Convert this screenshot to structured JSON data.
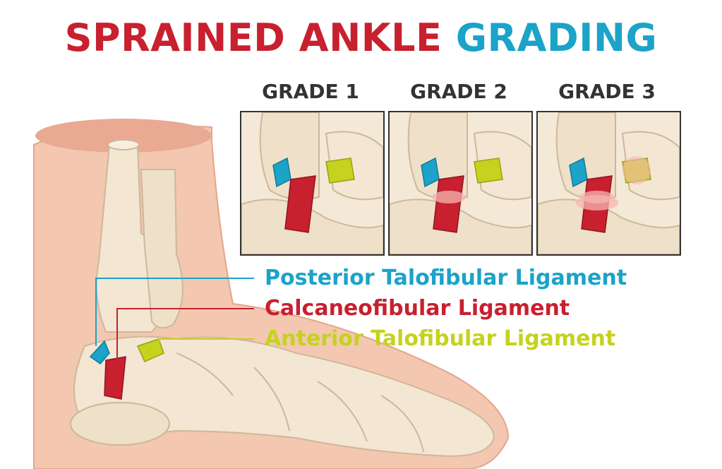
{
  "title": {
    "part1": "SPRAINED ANKLE",
    "part2": "GRADING"
  },
  "grades": [
    {
      "label": "GRADE 1",
      "severity": 1
    },
    {
      "label": "GRADE 2",
      "severity": 2
    },
    {
      "label": "GRADE 3",
      "severity": 3
    }
  ],
  "ligaments": [
    {
      "label": "Posterior Talofibular Ligament",
      "color": "#1ba3c8"
    },
    {
      "label": "Calcaneofibular Ligament",
      "color": "#c8202f"
    },
    {
      "label": "Anterior Talofibular Ligament",
      "color": "#c5d21e"
    }
  ],
  "colors": {
    "bone": "#f3e6d2",
    "bone_outline": "#cdb89a",
    "skin": "#f3c7b0",
    "skin_dark": "#e4a58c"
  }
}
